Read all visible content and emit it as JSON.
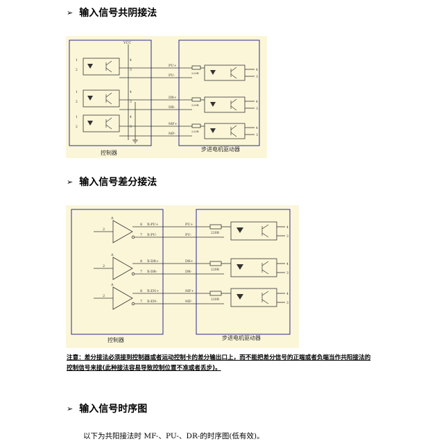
{
  "sections": [
    {
      "title": "输入信号共阴接法",
      "bullet": "➢"
    },
    {
      "title": "输入信号差分接法",
      "bullet": "➢"
    },
    {
      "title": "输入信号时序图",
      "bullet": "➢"
    }
  ],
  "diagram1": {
    "controller_label": "控制器",
    "driver_label": "步进电机驱动器",
    "vcc_label": "VCC",
    "signals": [
      {
        "plus": "PU+",
        "minus": "PU-"
      },
      {
        "plus": "DR+",
        "minus": "DR-"
      },
      {
        "plus": "MF+",
        "minus": "MF-"
      }
    ],
    "resistor": "220R",
    "pin_numbers": [
      "1",
      "2",
      "3",
      "4"
    ]
  },
  "diagram2": {
    "controller_label": "控制器",
    "driver_label": "步进电机驱动器",
    "signals": [
      {
        "plus": "PU+",
        "minus": "PU-",
        "xplus": "X-PU+",
        "xminus": "X-PU-"
      },
      {
        "plus": "DR+",
        "minus": "DR-",
        "xplus": "X-DR+",
        "xminus": "X-DR-"
      },
      {
        "plus": "MF+",
        "minus": "MF-",
        "xplus": "X-EN+",
        "xminus": "X-EN-"
      }
    ],
    "resistor": "220R",
    "amp_label": "A",
    "in_pin": "2",
    "out_pins": [
      "8",
      "7"
    ]
  },
  "note": "注意：差分接法必须接到控制器或者运动控制卡的差分输出口上，而不能把差分信号的正端或者负端当作共阳接法的控制信号来接(此种接法容易导致控制位置不准或者丢步)。",
  "body_text": "以下为共阳接法时 MF-、PU-、DR-的时序图(低有效)。"
}
